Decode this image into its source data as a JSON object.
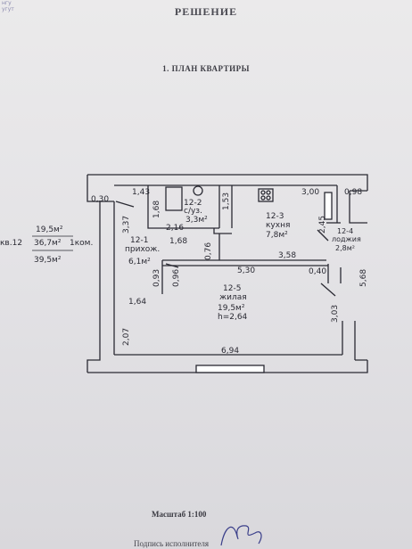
{
  "header": {
    "title": "РЕШЕНИЕ",
    "corner_text": [
      "нгу",
      "угут"
    ]
  },
  "section_title": "1.   ПЛАН КВАРТИРЫ",
  "apartment": {
    "label": "кв.12",
    "living_area": "19,5м²",
    "total_area": "36,7м²",
    "room_count": "1ком.",
    "full_area": "39,5м²"
  },
  "rooms": {
    "hall": {
      "number": "12-1",
      "name": "прихож.",
      "area": "6,1м²"
    },
    "bath": {
      "number": "12-2",
      "name": "с/уз.",
      "area": "3,3м²"
    },
    "kitchen": {
      "number": "12-3",
      "name": "кухня",
      "area": "7,8м²"
    },
    "loggia": {
      "number": "12-4",
      "name": "лоджия",
      "area": "2,8м²"
    },
    "living": {
      "number": "12-5",
      "name": "жилая",
      "area": "19,5м²",
      "height": "h=2,64"
    }
  },
  "dimensions": {
    "d_030": "0,30",
    "d_143": "1,43",
    "d_300": "3,00",
    "d_098": "0,98",
    "d_168a": "1,68",
    "d_153": "1,53",
    "d_337": "3,37",
    "d_216": "2,16",
    "d_168b": "1,68",
    "d_076": "0,76",
    "d_245": "2,45",
    "d_358": "3,58",
    "d_093": "0,93",
    "d_096": "0,96",
    "d_530": "5,30",
    "d_040": "0,40",
    "d_164": "1,64",
    "d_568": "5,68",
    "d_207": "2,07",
    "d_303": "3,03",
    "d_694": "6,94"
  },
  "footer": {
    "scale": "Масштаб 1:100",
    "signature_line": "Подпись исполнителя"
  }
}
